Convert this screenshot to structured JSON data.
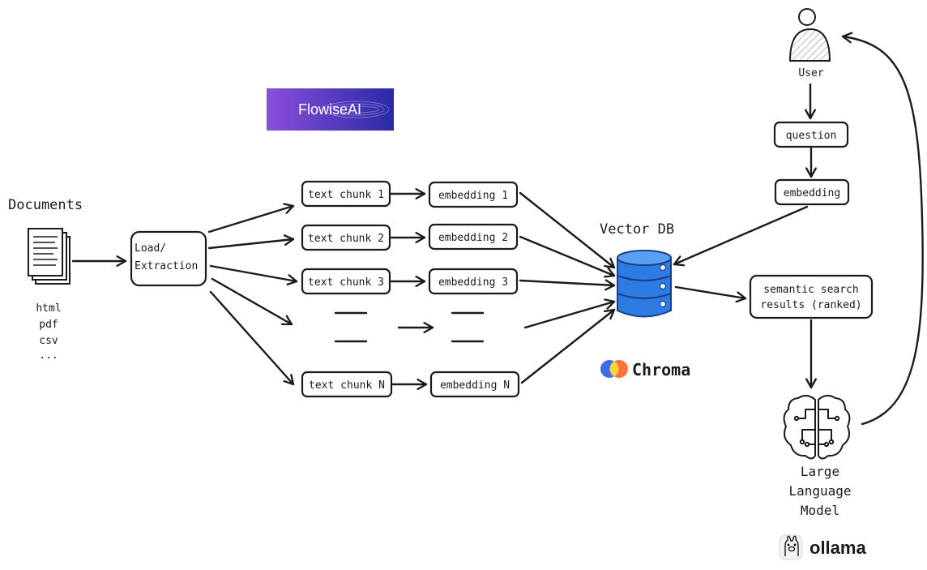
{
  "brand": {
    "flowise": "FlowiseAI",
    "chroma": "Chroma",
    "ollama": "ollama"
  },
  "documents": {
    "title": "Documents",
    "formats": [
      "html",
      "pdf",
      "csv",
      "..."
    ]
  },
  "load": {
    "line1": "Load/",
    "line2": "Extraction"
  },
  "chunks": [
    "text chunk 1",
    "text chunk 2",
    "text chunk 3",
    "text chunk N"
  ],
  "embeddings": [
    "embedding 1",
    "embedding 2",
    "embedding 3",
    "embedding N"
  ],
  "vector_db": {
    "title": "Vector DB"
  },
  "user": {
    "label": "User"
  },
  "question": {
    "label": "question"
  },
  "query_embedding": {
    "label": "embedding"
  },
  "results": {
    "line1": "semantic search",
    "line2": "results (ranked)"
  },
  "llm": {
    "line1": "Large",
    "line2": "Language",
    "line3": "Model"
  },
  "colors": {
    "db_blue": "#2e7be3",
    "flowise_start": "#8a4fdc",
    "flowise_end": "#2a2aa6",
    "chroma_orange": "#ff6b2c",
    "chroma_blue": "#3a6df0",
    "chroma_yellow": "#ffd23f"
  }
}
